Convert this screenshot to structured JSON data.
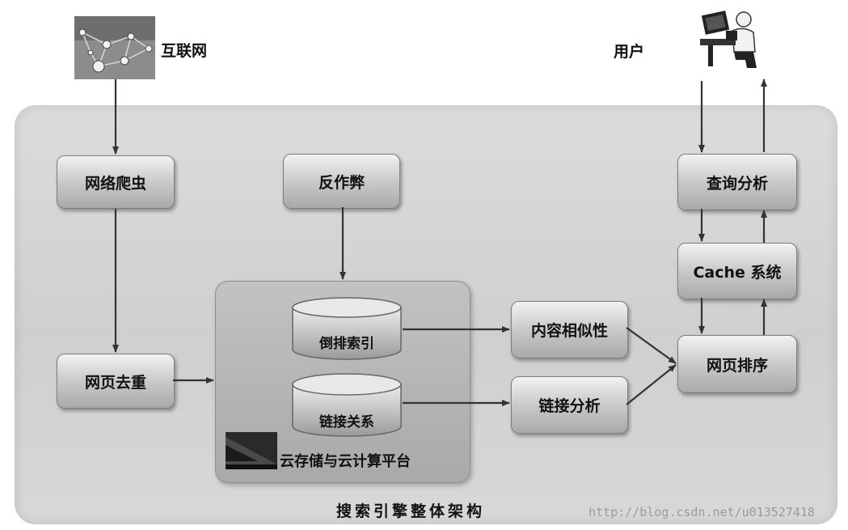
{
  "nodes": {
    "internet": "互联网",
    "user": "用户",
    "crawler": "网络爬虫",
    "anti_spam": "反作弊",
    "query_analysis": "查询分析",
    "cache": "Cache 系统",
    "dedup": "网页去重",
    "inverted_index": "倒排索引",
    "link_relation": "链接关系",
    "content_similarity": "内容相似性",
    "link_analysis": "链接分析",
    "page_rank": "网页排序",
    "platform": "云存储与云计算平台"
  },
  "caption": "搜索引擎整体架构",
  "watermark": "http://blog.csdn.net/u013527418"
}
